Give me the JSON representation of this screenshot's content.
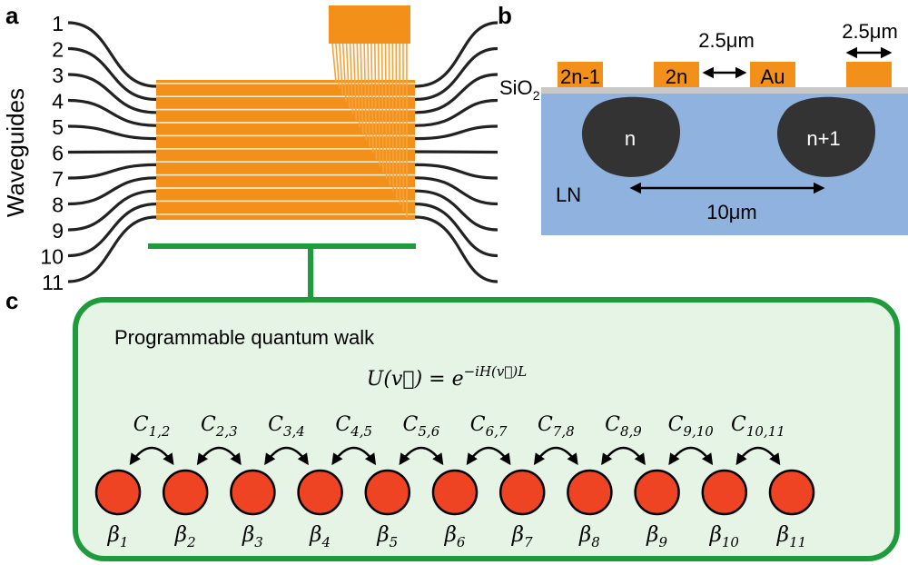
{
  "panels": {
    "a": "a",
    "b": "b",
    "c": "c"
  },
  "panel_a": {
    "axis_label": "Waveguides",
    "waveguide_numbers": [
      "1",
      "2",
      "3",
      "4",
      "5",
      "6",
      "7",
      "8",
      "9",
      "10",
      "11"
    ],
    "colors": {
      "waveguide": "#222222",
      "electrode": "#f39019",
      "bus": "#1e9c3c"
    }
  },
  "panel_b": {
    "top_dim": "2.5μm",
    "right_dim": "2.5μm",
    "oxide_label": "SiO",
    "oxide_subscript": "2",
    "electrode_labels": [
      "2n-1",
      "2n",
      "Au"
    ],
    "core_labels": [
      "n",
      "n+1"
    ],
    "substrate_label": "LN",
    "bottom_dim": "10μm",
    "colors": {
      "substrate": "#8fb3de",
      "core": "#333333",
      "electrode": "#f39019",
      "oxide": "#c8c8c8"
    }
  },
  "panel_c": {
    "title": "Programmable quantum walk",
    "equation": {
      "lhs": "U(",
      "vec": "v",
      "rhs": ") = e",
      "exponent": "−iH(v⃗)L"
    },
    "couplings": [
      {
        "base": "C",
        "sub": "1,2"
      },
      {
        "base": "C",
        "sub": "2,3"
      },
      {
        "base": "C",
        "sub": "3,4"
      },
      {
        "base": "C",
        "sub": "4,5"
      },
      {
        "base": "C",
        "sub": "5,6"
      },
      {
        "base": "C",
        "sub": "6,7"
      },
      {
        "base": "C",
        "sub": "7,8"
      },
      {
        "base": "C",
        "sub": "8,9"
      },
      {
        "base": "C",
        "sub": "9,10"
      },
      {
        "base": "C",
        "sub": "10,11"
      }
    ],
    "sites": [
      {
        "base": "β",
        "sub": "1"
      },
      {
        "base": "β",
        "sub": "2"
      },
      {
        "base": "β",
        "sub": "3"
      },
      {
        "base": "β",
        "sub": "4"
      },
      {
        "base": "β",
        "sub": "5"
      },
      {
        "base": "β",
        "sub": "6"
      },
      {
        "base": "β",
        "sub": "7"
      },
      {
        "base": "β",
        "sub": "8"
      },
      {
        "base": "β",
        "sub": "9"
      },
      {
        "base": "β",
        "sub": "10"
      },
      {
        "base": "β",
        "sub": "11"
      }
    ],
    "colors": {
      "box_fill": "#e6f4e6",
      "box_stroke": "#1e9c3c",
      "site": "#ee4423"
    }
  }
}
